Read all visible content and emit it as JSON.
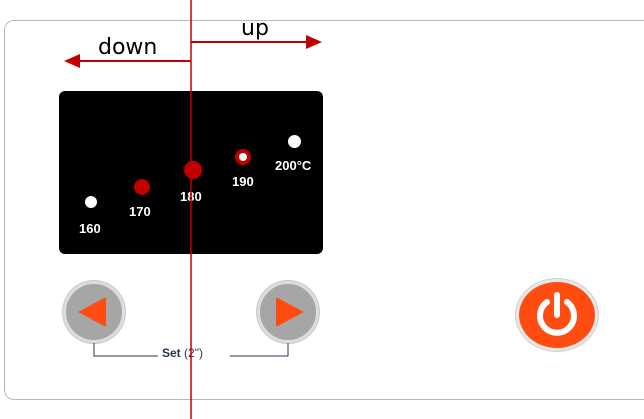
{
  "annotations": {
    "down_label": "down",
    "up_label": "up"
  },
  "display": {
    "temperatures": [
      {
        "label": "160",
        "state": "off"
      },
      {
        "label": "170",
        "state": "on"
      },
      {
        "label": "180",
        "state": "on"
      },
      {
        "label": "190",
        "state": "target"
      },
      {
        "label": "200°C",
        "state": "off"
      }
    ]
  },
  "controls": {
    "left_button_icon": "left-triangle-icon",
    "right_button_icon": "right-triangle-icon",
    "power_button_icon": "power-icon",
    "set_label": "Set",
    "set_duration": "(2\")"
  },
  "colors": {
    "accent": "#ff4d12",
    "dot_active": "#c00000",
    "dot_inactive": "#ffffff",
    "annotation_line": "#c00000"
  }
}
